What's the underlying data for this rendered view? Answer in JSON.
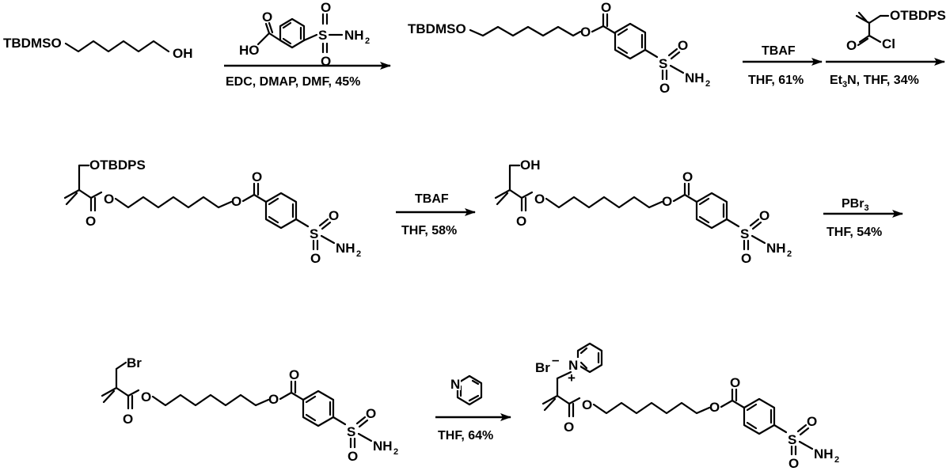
{
  "labels": {
    "tbdmso": "TBDMSO",
    "tbdps": "OTBDPS",
    "oh": "OH",
    "ho": "HO",
    "o": "O",
    "s": "S",
    "nh": "NH",
    "two": "2",
    "three": "3",
    "cl": "Cl",
    "br": "Br",
    "n": "N",
    "plus": "+",
    "minus": "–"
  },
  "reactions": {
    "step1_conditions": "EDC, DMAP, DMF, 45%",
    "step2_reagent": "TBAF",
    "step2_conditions": "THF, 61%",
    "step3_base": "Et",
    "step3_n": "N, THF, 34%",
    "step4_reagent": "TBAF",
    "step4_conditions": "THF, 58%",
    "step5_reagent": "PBr",
    "step5_conditions": "THF, 54%",
    "step6_conditions": "THF, 64%"
  }
}
